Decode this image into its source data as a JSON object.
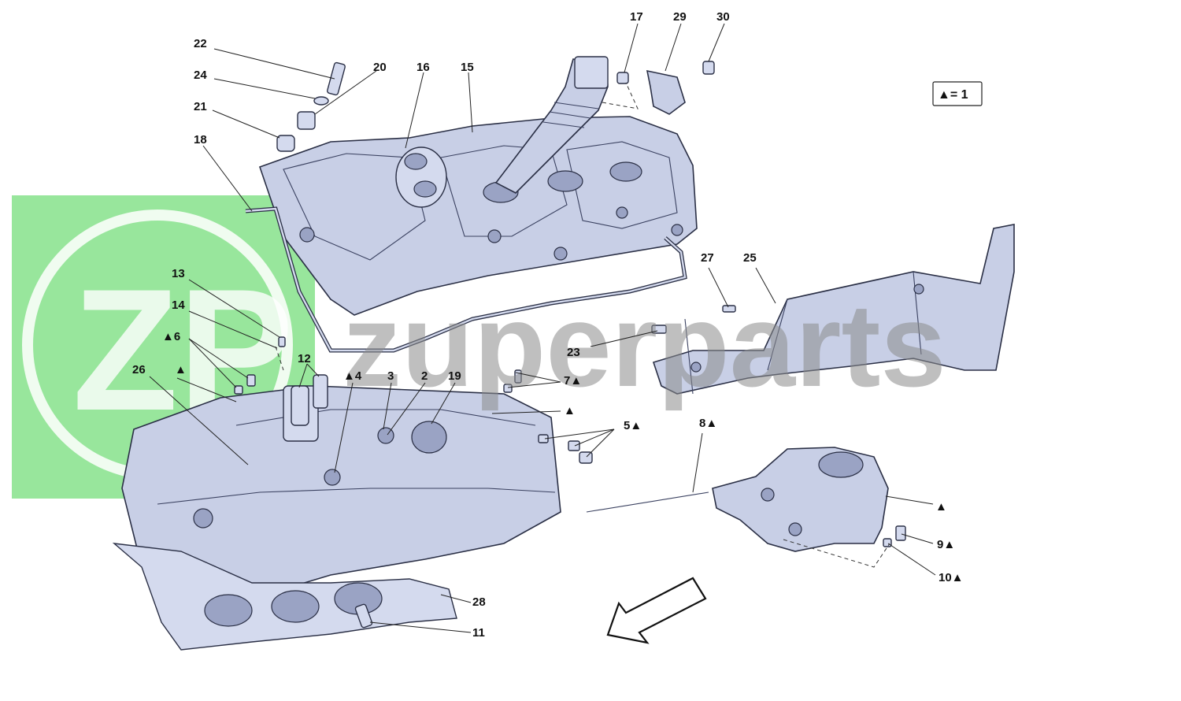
{
  "diagram": {
    "callouts": [
      {
        "id": "c22",
        "label": "22"
      },
      {
        "id": "c24",
        "label": "24"
      },
      {
        "id": "c20",
        "label": "20"
      },
      {
        "id": "c16",
        "label": "16"
      },
      {
        "id": "c15",
        "label": "15"
      },
      {
        "id": "c21",
        "label": "21"
      },
      {
        "id": "c18",
        "label": "18"
      },
      {
        "id": "c17",
        "label": "17"
      },
      {
        "id": "c29",
        "label": "29"
      },
      {
        "id": "c30",
        "label": "30"
      },
      {
        "id": "c13",
        "label": "13"
      },
      {
        "id": "c14",
        "label": "14"
      },
      {
        "id": "c6",
        "label": "▲6"
      },
      {
        "id": "c26",
        "label": "26"
      },
      {
        "id": "c26tri",
        "label": "▲"
      },
      {
        "id": "c12",
        "label": "12"
      },
      {
        "id": "c4",
        "label": "▲4"
      },
      {
        "id": "c3",
        "label": "3"
      },
      {
        "id": "c2",
        "label": "2"
      },
      {
        "id": "c19",
        "label": "19"
      },
      {
        "id": "c7",
        "label": "7▲"
      },
      {
        "id": "c_tri_a",
        "label": "▲"
      },
      {
        "id": "c5",
        "label": "5▲"
      },
      {
        "id": "c8",
        "label": "8▲"
      },
      {
        "id": "c27",
        "label": "27"
      },
      {
        "id": "c25",
        "label": "25"
      },
      {
        "id": "c23",
        "label": "23"
      },
      {
        "id": "c_tri_b",
        "label": "▲"
      },
      {
        "id": "c9",
        "label": "9▲"
      },
      {
        "id": "c10",
        "label": "10▲"
      },
      {
        "id": "c28",
        "label": "28"
      },
      {
        "id": "c11",
        "label": "11"
      }
    ],
    "key_legend": "▲= 1"
  },
  "watermark": {
    "logo_letters": "ZP",
    "brand_text": "zuperparts",
    "logo_color": "#44d24a"
  },
  "colors": {
    "part_fill": "#c8cfe6",
    "outline": "#2a2f45"
  },
  "icons": {
    "direction_arrow": "front-direction-arrow-icon"
  }
}
